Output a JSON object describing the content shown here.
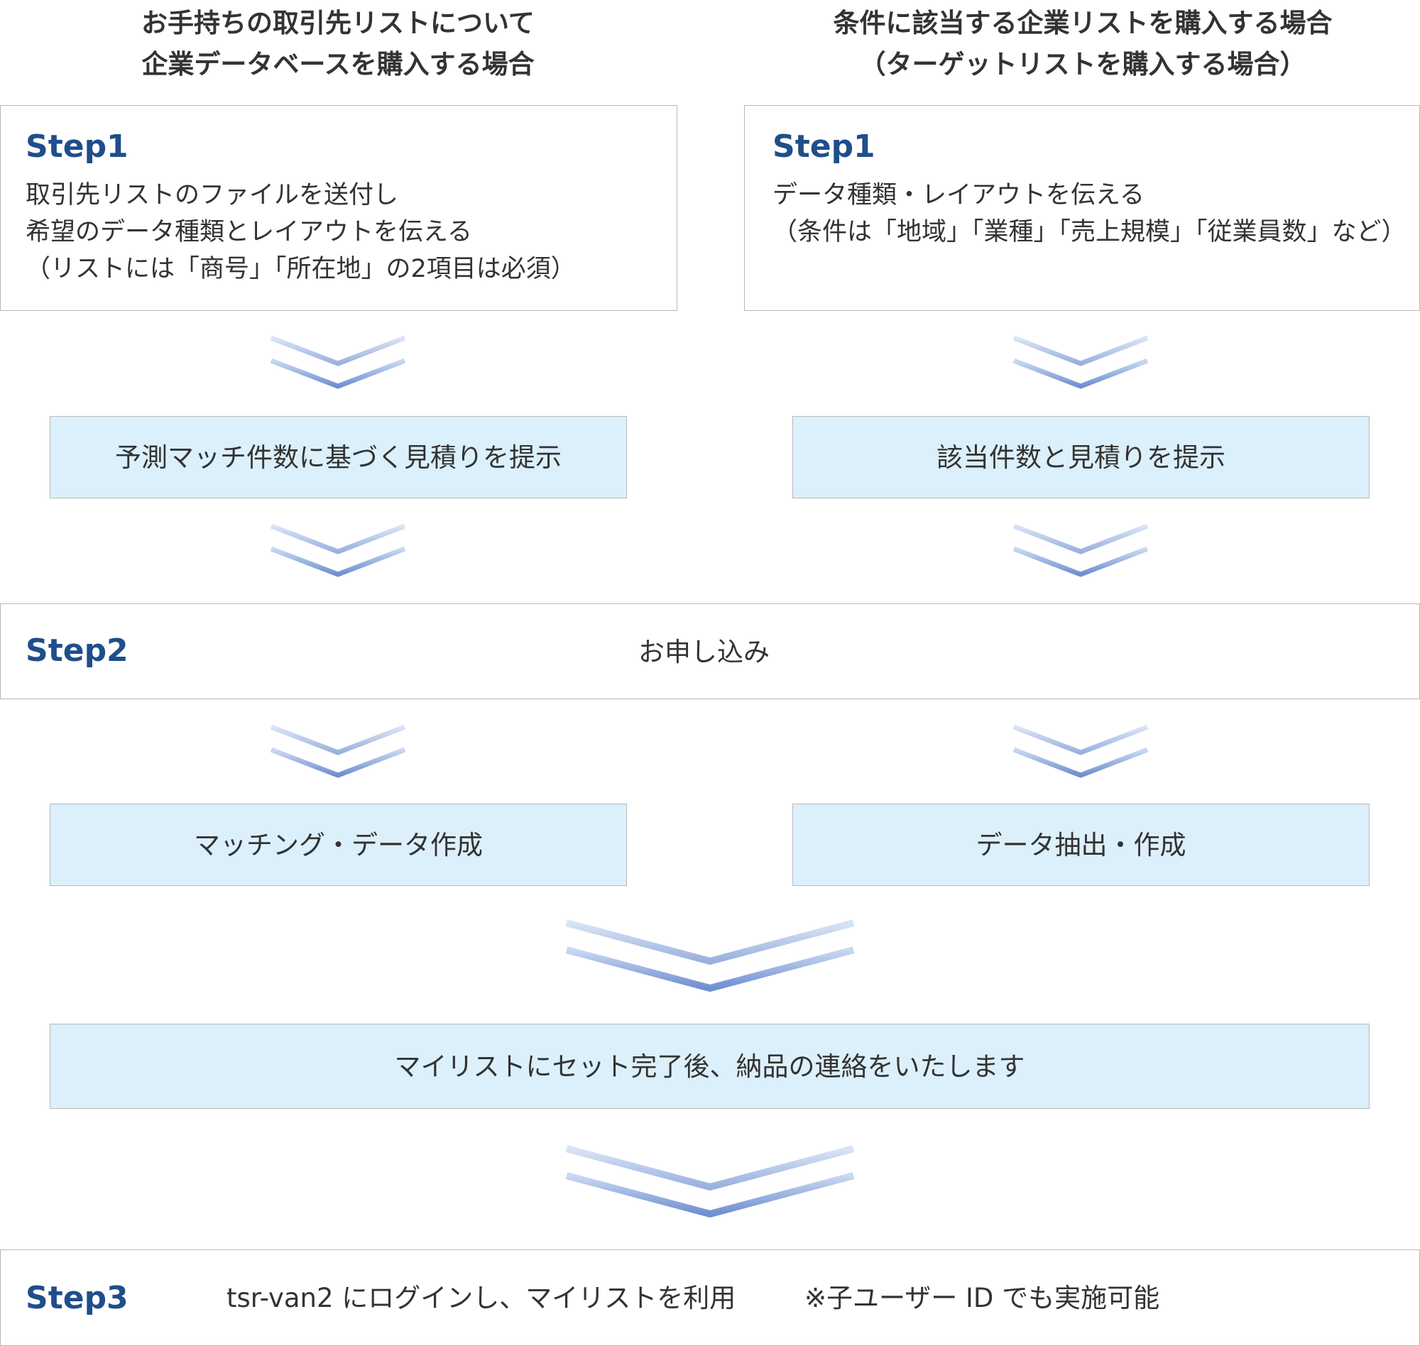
{
  "colors": {
    "step_label": "#1f4e8a",
    "blue_box": "#dcf0fc",
    "border": "#b8b8b8",
    "chevron": "#6f8fcf"
  },
  "left_column": {
    "heading_line1": "お手持ちの取引先リストについて",
    "heading_line2": "企業データベースを購入する場合",
    "step1_label": "Step1",
    "step1_line1": "取引先リストのファイルを送付し",
    "step1_line2": "希望のデータ種類とレイアウトを伝える",
    "step1_line3": "（リストには「商号」「所在地」の2項目は必須）",
    "estimate": "予測マッチ件数に基づく見積りを提示",
    "process": "マッチング・データ作成"
  },
  "right_column": {
    "heading_line1": "条件に該当する企業リストを購入する場合",
    "heading_line2": "（ターゲットリストを購入する場合）",
    "step1_label": "Step1",
    "step1_line1": "データ種類・レイアウトを伝える",
    "step1_line2": "（条件は「地域」「業種」「売上規模」「従業員数」など）",
    "estimate": "該当件数と見積りを提示",
    "process": "データ抽出・作成"
  },
  "step2": {
    "label": "Step2",
    "text": "お申し込み"
  },
  "delivery": {
    "text": "マイリストにセット完了後、納品の連絡をいたします"
  },
  "step3": {
    "label": "Step3",
    "text": "tsr-van2 にログインし、マイリストを利用",
    "note": "※子ユーザー ID でも実施可能"
  }
}
